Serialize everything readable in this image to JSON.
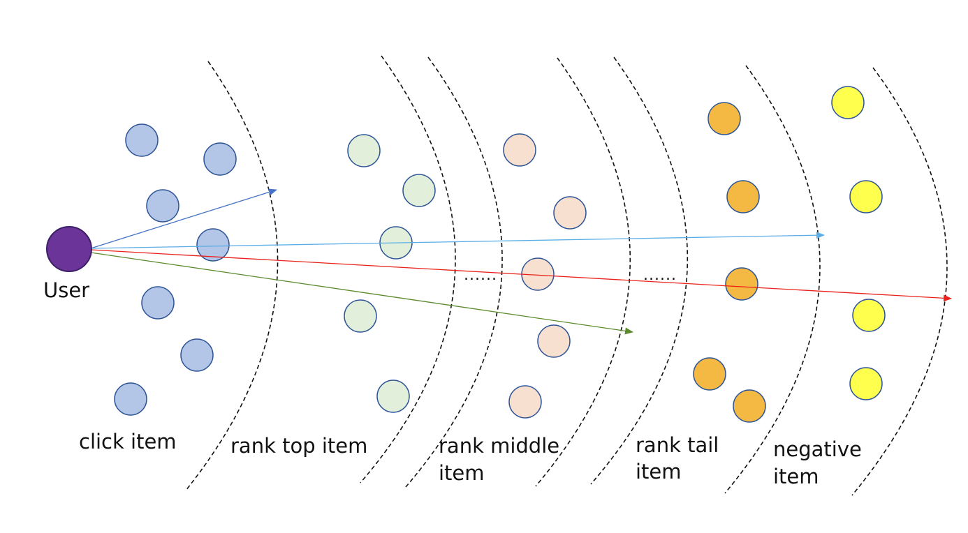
{
  "user": {
    "label": "User",
    "color": "#6a3498"
  },
  "groups": {
    "click": {
      "label": "click item",
      "fill": "#b4c6e7",
      "stroke": "#2f5597"
    },
    "top": {
      "label": "rank top item",
      "fill": "#e2efda",
      "stroke": "#2f5597"
    },
    "middle": {
      "label_line1": "rank middle",
      "label_line2": "item",
      "fill": "#f8e0d0",
      "stroke": "#2f5597"
    },
    "tail": {
      "label_line1": "rank tail",
      "label_line2": "item",
      "fill": "#f4b942",
      "stroke": "#2f5597"
    },
    "negative": {
      "label_line1": "negative",
      "label_line2": "item",
      "fill": "#ffff4d",
      "stroke": "#2f5597"
    }
  },
  "ellipsis_middle": "......",
  "ellipsis_tail": "......",
  "arrows": [
    {
      "target": "top",
      "color": "#4472c4"
    },
    {
      "target": "tail",
      "color": "#5aaee6"
    },
    {
      "target": "negative",
      "color": "#e8211a"
    },
    {
      "target": "middle",
      "color": "#5a8a2a"
    }
  ]
}
